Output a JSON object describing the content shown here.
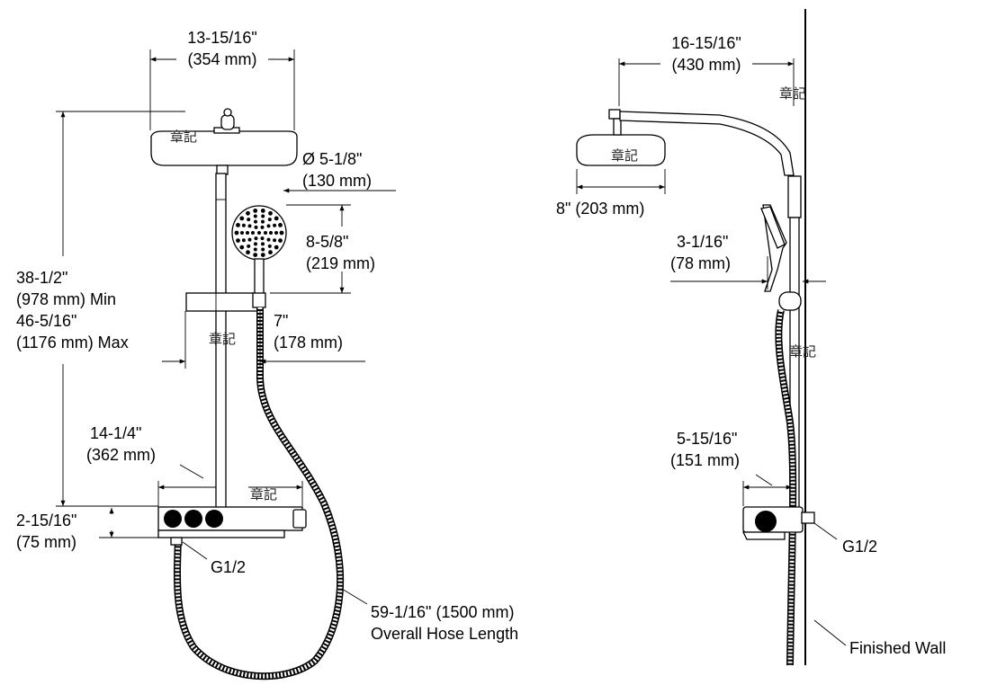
{
  "front_view": {
    "showerhead_width": {
      "imperial": "13-15/16\"",
      "metric": "(354 mm)"
    },
    "showerhead_diameter": {
      "imperial": "Ø 5-1/8\"",
      "metric": "(130 mm)"
    },
    "handshower_drop": {
      "imperial": "8-5/8\"",
      "metric": "(219 mm)"
    },
    "overall_height": {
      "line1": "38-1/2\"",
      "line2": "(978 mm) Min",
      "line3": "46-5/16\"",
      "line4": "(1176 mm) Max"
    },
    "hose_outlet_offset": {
      "imperial": "7\"",
      "metric": "(178 mm)"
    },
    "valve_width": {
      "imperial": "14-1/4\"",
      "metric": "(362 mm)"
    },
    "valve_height": {
      "imperial": "2-15/16\"",
      "metric": "(75 mm)"
    },
    "inlet_thread": "G1/2",
    "hose_length": {
      "line1": "59-1/16\" (1500 mm)",
      "line2": "Overall Hose Length"
    }
  },
  "side_view": {
    "arm_projection": {
      "imperial": "16-15/16\"",
      "metric": "(430 mm)"
    },
    "showerhead_projection": {
      "imperial": "8\" (203 mm)"
    },
    "handshower_projection": {
      "imperial": "3-1/16\"",
      "metric": "(78 mm)"
    },
    "valve_projection": {
      "imperial": "5-15/16\"",
      "metric": "(151 mm)"
    },
    "inlet_thread": "G1/2",
    "wall_label": "Finished Wall"
  },
  "watermark": "章記"
}
